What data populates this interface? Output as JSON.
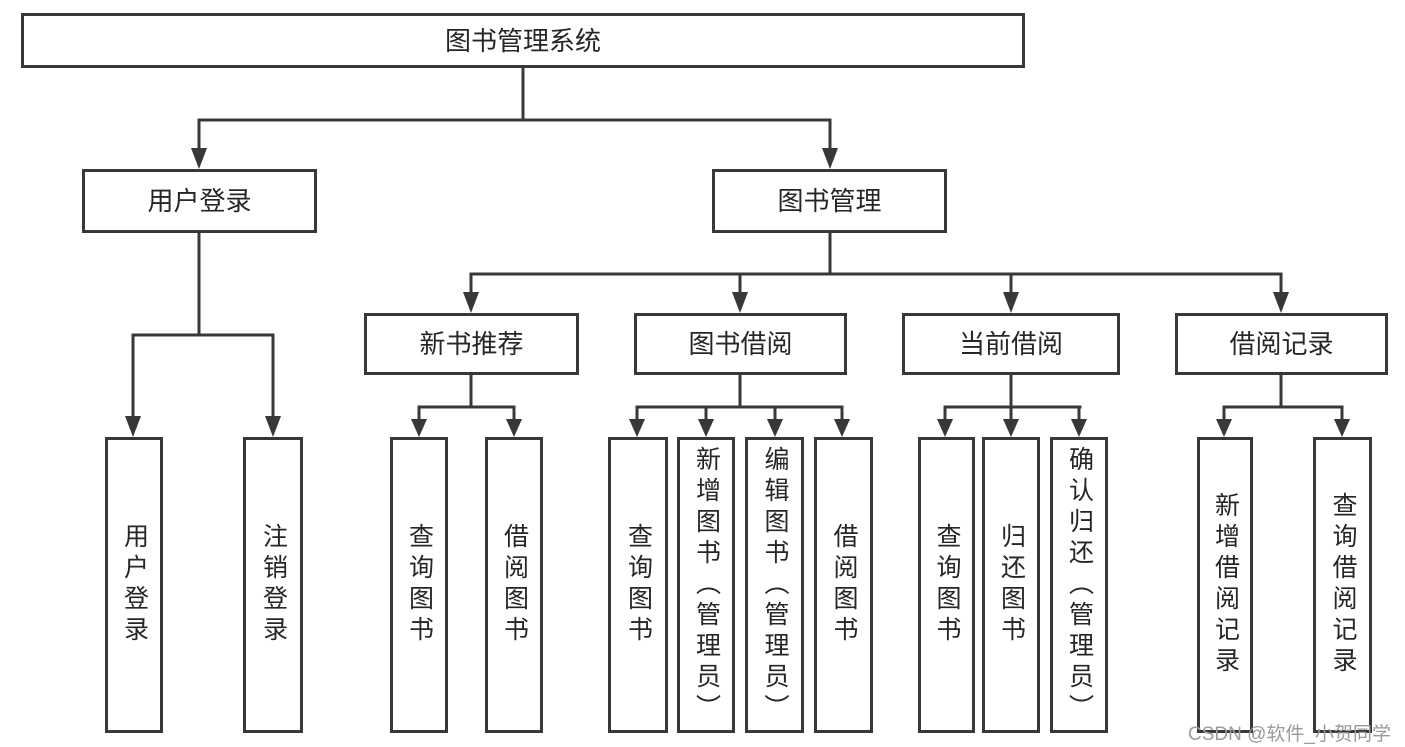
{
  "diagram": {
    "root": {
      "label": "图书管理系统"
    },
    "branches": [
      {
        "label": "用户登录",
        "children": [
          {
            "label": "用户登录"
          },
          {
            "label": "注销登录"
          }
        ]
      },
      {
        "label": "图书管理",
        "children": [
          {
            "label": "新书推荐",
            "children": [
              {
                "label": "查询图书"
              },
              {
                "label": "借阅图书"
              }
            ]
          },
          {
            "label": "图书借阅",
            "children": [
              {
                "label": "查询图书"
              },
              {
                "label": "新增图书（管理员）"
              },
              {
                "label": "编辑图书（管理员）"
              },
              {
                "label": "借阅图书"
              }
            ]
          },
          {
            "label": "当前借阅",
            "children": [
              {
                "label": "查询图书"
              },
              {
                "label": "归还图书"
              },
              {
                "label": "确认归还（管理员）"
              }
            ]
          },
          {
            "label": "借阅记录",
            "children": [
              {
                "label": "新增借阅记录"
              },
              {
                "label": "查询借阅记录"
              }
            ]
          }
        ]
      }
    ]
  },
  "watermark": {
    "text": "CSDN @软件_小贺同学"
  },
  "colors": {
    "line": "#383838",
    "text": "#262626",
    "background": "#ffffff",
    "watermark": "#9b9b9b"
  }
}
